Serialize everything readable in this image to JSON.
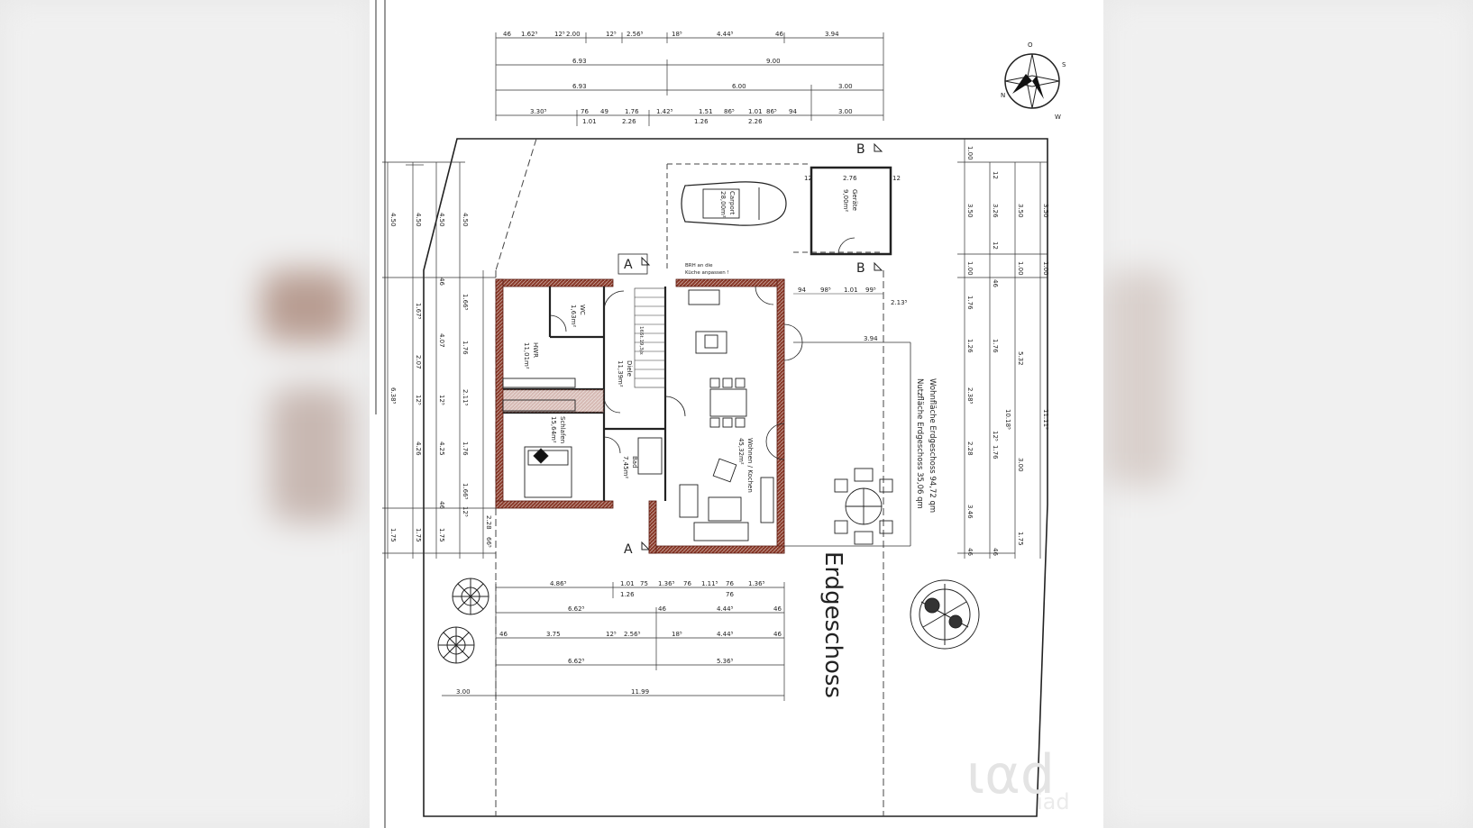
{
  "floor_title": "Erdgeschoss",
  "area_summary": {
    "wohnflaeche": "Wohnfläche Erdgeschoss   94,72 qm",
    "nutzflaeche": "Nutzfläche Erdgeschoss   35,06 qm"
  },
  "rooms": {
    "carport": "Carport",
    "carport_area": "28,00m²",
    "geraete": "Geräte",
    "geraete_area": "9,00m²",
    "hwr": "HWR",
    "hwr_area": "11,01m²",
    "diele": "Diele",
    "diele_area": "11,39m²",
    "wc": "WC",
    "wc_area": "1,63m²",
    "schlafen": "Schlafen",
    "schlafen_area": "15,64m²",
    "bad": "Bad",
    "bad_area": "7,45m²",
    "wohnen": "Wohnen / Kochen",
    "wohnen_area": "45,32m²",
    "stair": "16St.19,3/x",
    "kitchen_note_1": "BRH an die",
    "kitchen_note_2": "Küche anpassen !"
  },
  "section_marks": {
    "a_top": "A",
    "a_bottom": "A",
    "b_top": "B",
    "b_bottom": "B"
  },
  "compass": {
    "n": "N",
    "o": "O",
    "s": "S",
    "w": "W"
  },
  "top_dims": {
    "row1": [
      "46",
      "1.62⁵",
      "12⁵",
      "2.00",
      "12⁵",
      "2.56⁵",
      "18⁵",
      "4.44⁵",
      "46",
      "3.94"
    ],
    "row2": [
      "6.93",
      "9.00"
    ],
    "row3": [
      "6.93",
      "6.00",
      "3.00"
    ],
    "row4": [
      "3.30⁵",
      "76",
      "49",
      "1.76",
      "1.42⁵",
      "1.51",
      "86⁵",
      "1.01",
      "86⁵",
      "94",
      "3.00"
    ],
    "row5": [
      "1.01",
      "2.26",
      "1.26",
      "2.26"
    ]
  },
  "bottom_dims": {
    "row1": [
      "4.86⁵",
      "1.01",
      "75",
      "1.36⁵",
      "76",
      "1.11⁵",
      "76",
      "1.36⁵"
    ],
    "row1b": [
      "1.26",
      "76"
    ],
    "row2": [
      "6.62⁵",
      "46",
      "4.44⁵",
      "46"
    ],
    "row3": [
      "46",
      "3.75",
      "12⁵",
      "2.56⁵",
      "18⁵",
      "4.44⁵",
      "46"
    ],
    "row4": [
      "6.62⁵",
      "5.36⁵"
    ],
    "row5": [
      "3.00",
      "11.99"
    ]
  },
  "left_dims": {
    "col1": [
      "4.50",
      "6.38⁵",
      "1.75"
    ],
    "col2": [
      "4.50",
      "1.67⁵",
      "2.07",
      "4.26",
      "1.75"
    ],
    "col3": [
      "4.50",
      "4.07",
      "4.25",
      "1.75"
    ],
    "col4": [
      "4.50",
      "1.66⁵",
      "1.76",
      "2.11⁵",
      "1.76",
      "1.66⁵",
      "2.28",
      "66⁵"
    ],
    "col4b": [
      "46",
      "12⁵",
      "12⁵",
      "46",
      "12⁵"
    ]
  },
  "right_dims": {
    "col1": [
      "1.00",
      "3.50",
      "1.00",
      "1.76",
      "1.26",
      "2.38⁵",
      "2.28",
      "3.46",
      "46"
    ],
    "col2": [
      "12",
      "3.26",
      "12",
      "46",
      "1.76",
      "12⁵",
      "1.76",
      "46"
    ],
    "col3": [
      "3.50",
      "1.00",
      "5.32",
      "10.18⁵",
      "3.00",
      "1.75"
    ],
    "col4": [
      "3.50",
      "1.00",
      "11.11⁵"
    ]
  },
  "misc_dims": {
    "carport_width": "2.76",
    "carport_12a": "12",
    "carport_12b": "12",
    "terrace": "3.94",
    "r94": "94",
    "r985": "98⁵",
    "r101": "1.01",
    "r995": "99⁵",
    "r213": "2.13⁵"
  },
  "watermark": "iad"
}
